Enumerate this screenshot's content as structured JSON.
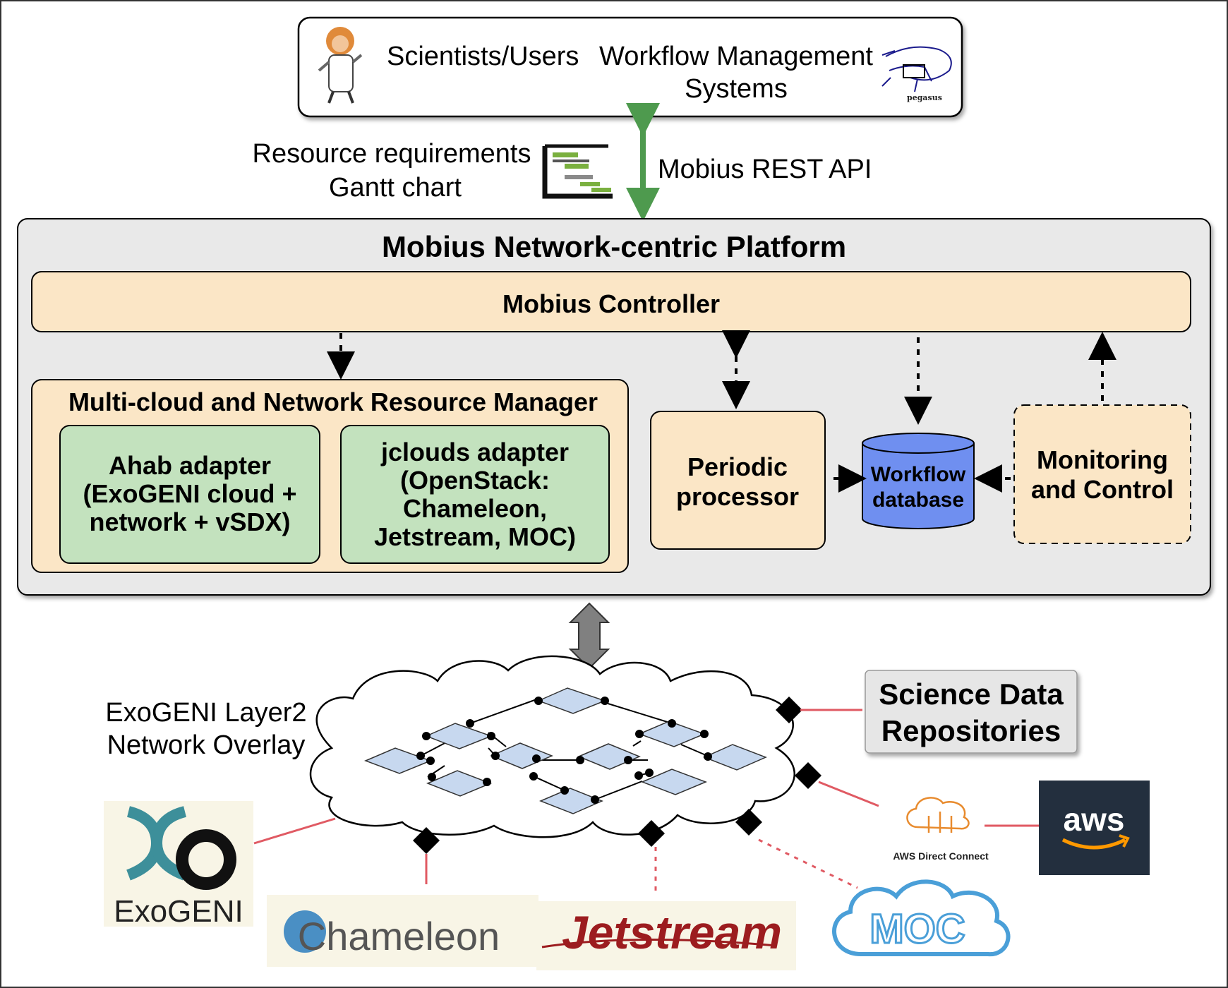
{
  "top_box": {
    "users_label": "Scientists/Users",
    "wms_line1": "Workflow Management",
    "wms_line2": "Systems",
    "pegasus_logo_text": "pegasus"
  },
  "api_section": {
    "req_line1": "Resource requirements",
    "req_line2": "Gantt chart",
    "api_label": "Mobius REST API"
  },
  "platform": {
    "title": "Mobius Network-centric Platform",
    "controller_label": "Mobius Controller",
    "resource_manager": {
      "title": "Multi-cloud and Network Resource Manager",
      "ahab": [
        "Ahab adapter",
        "(ExoGENI cloud +",
        "network + vSDX)"
      ],
      "jclouds": [
        "jclouds adapter",
        "(OpenStack:",
        "Chameleon,",
        "Jetstream, MOC)"
      ]
    },
    "periodic_processor": [
      "Periodic",
      "processor"
    ],
    "workflow_db": [
      "Workflow",
      "database"
    ],
    "monitoring": [
      "Monitoring",
      "and Control"
    ]
  },
  "network": {
    "overlay_line1": "ExoGENI Layer2",
    "overlay_line2": "Network Overlay",
    "science_repo_line1": "Science Data",
    "science_repo_line2": "Repositories"
  },
  "logos": {
    "exogeni": "ExoGENI",
    "chameleon": "Chameleon",
    "jetstream": "Jetstream",
    "moc": "MOC",
    "aws": "aws",
    "aws_dc": "AWS Direct Connect"
  },
  "colors": {
    "platform_bg": "#e9e9e9",
    "controller_bg": "#fbe6c6",
    "adapter_bg": "#c3e2be",
    "db_fill": "#6f8ff0",
    "api_arrow": "#4e9a4e",
    "link_red": "#e05a63"
  }
}
